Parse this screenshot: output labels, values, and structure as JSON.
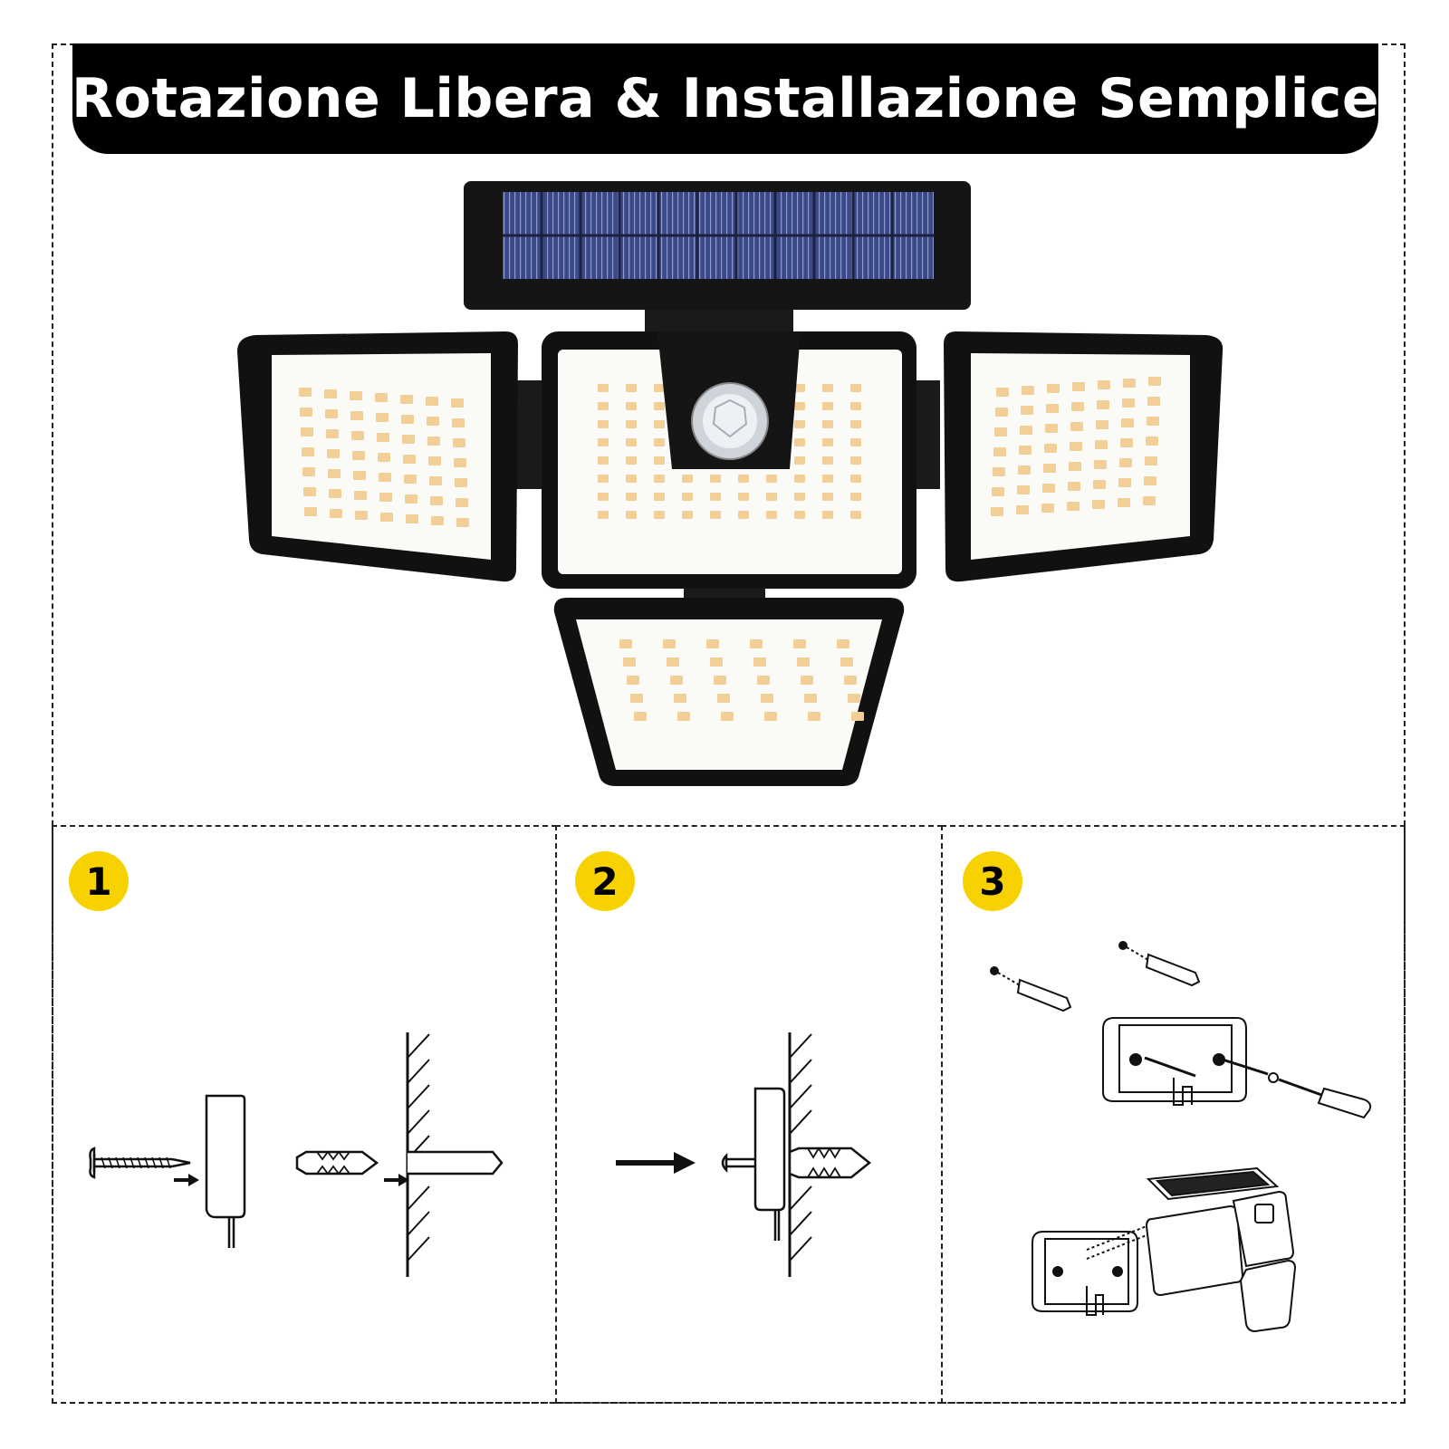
{
  "header": {
    "title": "Rotazione Libera & Installazione Semplice"
  },
  "steps": [
    {
      "number": "1"
    },
    {
      "number": "2"
    },
    {
      "number": "3"
    }
  ],
  "colors": {
    "badge": "#f7d200",
    "title_bar": "#000000",
    "led": "#f3cf98",
    "solar_cell": "#3c4a8a"
  },
  "icons": [
    "solar-panel-icon",
    "motion-sensor-icon",
    "screw-icon",
    "wall-anchor-icon",
    "screwdriver-icon",
    "mounting-bracket-icon"
  ]
}
